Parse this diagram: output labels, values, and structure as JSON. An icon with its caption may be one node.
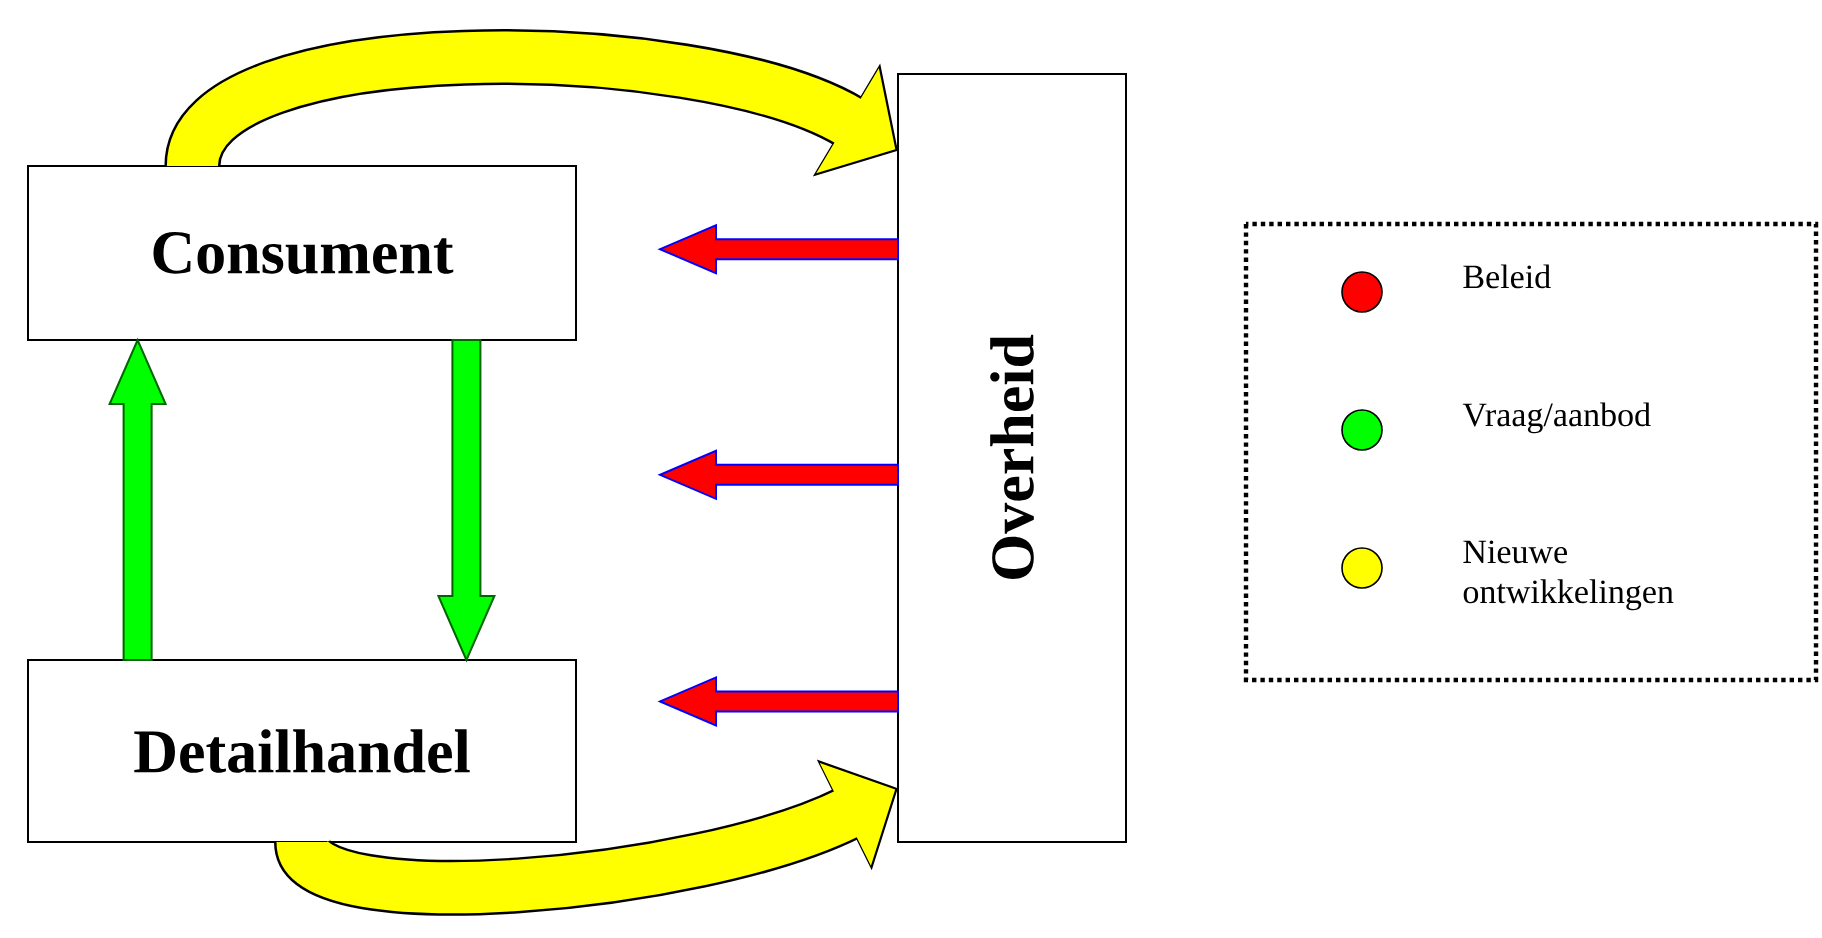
{
  "diagram": {
    "nodes": [
      {
        "text": [
          "Consument"
        ]
      },
      {
        "text": [
          "Detailhandel"
        ]
      },
      {
        "text": [
          "Overheid"
        ]
      }
    ],
    "edges": [
      {
        "from": 0,
        "to": 2,
        "arrow": "to",
        "color": "#ffff00"
      },
      {
        "from": 1,
        "to": 2,
        "arrow": "to",
        "color": "#ffff00"
      },
      {
        "from": 1,
        "to": 0,
        "arrow": "to",
        "color": "#00ff00"
      },
      {
        "from": 0,
        "to": 1,
        "arrow": "to",
        "color": "#00ff00"
      },
      {
        "from": 2,
        "to": null,
        "arrow": "to"
      },
      {
        "from": 2,
        "to": null,
        "arrow": "to"
      },
      {
        "from": 2,
        "to": null,
        "arrow": "to"
      }
    ],
    "legend": [
      {
        "text": "Beleid",
        "color": "#ff0000"
      },
      {
        "text": "Vraag/aanbod",
        "color": "#00ff00"
      },
      {
        "text": "Nieuwe ontwikkelingen",
        "color": "#ffff00"
      }
    ]
  }
}
